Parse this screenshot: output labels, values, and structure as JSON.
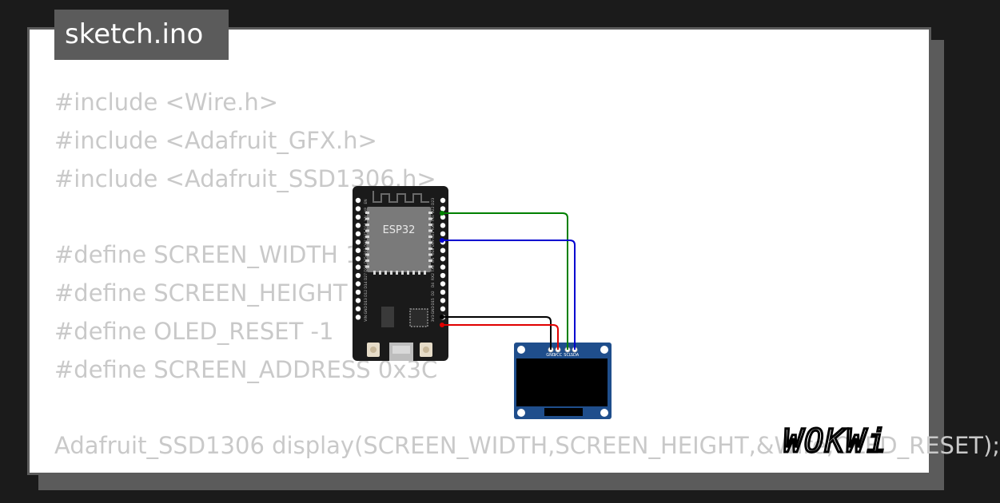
{
  "tab": {
    "filename": "sketch.ino"
  },
  "code": {
    "lines": [
      "#include <Wire.h>",
      "#include <Adafruit_GFX.h>",
      "#include <Adafruit_SSD1306.h>",
      "",
      "#define SCREEN_WIDTH 128",
      "#define SCREEN_HEIGHT 64",
      "#define OLED_RESET -1",
      "#define SCREEN_ADDRESS 0x3C",
      "",
      "Adafruit_SSD1306 display(SCREEN_WIDTH,SCREEN_HEIGHT,&Wire,OLED_RESET);"
    ]
  },
  "esp32": {
    "chip_label": "ESP32",
    "left_pins": [
      "EN",
      "VP",
      "VN",
      "D34",
      "D35",
      "D32",
      "D33",
      "D25",
      "D26",
      "D27",
      "D14",
      "D12",
      "D13",
      "GND",
      "VIN"
    ],
    "right_pins": [
      "D23",
      "D22",
      "TX0",
      "RX0",
      "D21",
      "D19",
      "D18",
      "D5",
      "TX2",
      "RX2",
      "D4",
      "D2",
      "D15",
      "GND",
      "3V3"
    ]
  },
  "oled": {
    "pin_labels": [
      "GND",
      "VCC",
      "SCL",
      "SDA"
    ]
  },
  "wires": [
    {
      "name": "black",
      "from": "GND",
      "to": "GND",
      "color": "#000000"
    },
    {
      "name": "red",
      "from": "3V3",
      "to": "VCC",
      "color": "#e00000"
    },
    {
      "name": "green",
      "from": "D22",
      "to": "SCL",
      "color": "#008000"
    },
    {
      "name": "blue",
      "from": "D21",
      "to": "SDA",
      "color": "#0000d0"
    }
  ],
  "branding": {
    "logo_text": "WOKWi"
  },
  "colors": {
    "page_bg": "#1b1b1b",
    "card_bg": "#ffffff",
    "tab_bg": "#5b5b5b",
    "code_text": "#c9c9c9",
    "board": "#1a1a1a",
    "oled_pcb": "#1f4e8c"
  }
}
